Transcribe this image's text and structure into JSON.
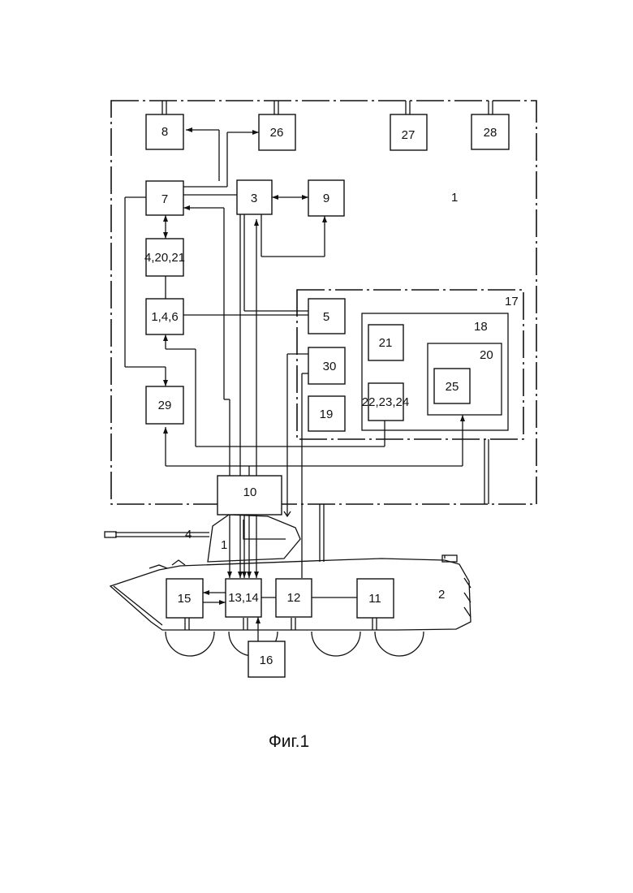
{
  "blocks": {
    "b8": "8",
    "b26": "26",
    "b27": "27",
    "b28": "28",
    "b7": "7",
    "b3": "3",
    "b9": "9",
    "b4_20_21": "4,20,21",
    "b1_4_6": "1,4,6",
    "b5": "5",
    "b21": "21",
    "b30": "30",
    "b22_23_24": "22,23,24",
    "b19": "19",
    "b25": "25",
    "b29": "29",
    "b10": "10",
    "b15": "15",
    "b13_14": "13,14",
    "b12": "12",
    "b11": "11",
    "b16": "16"
  },
  "labels": {
    "frame_1": "1",
    "frame_17": "17",
    "frame_18": "18",
    "frame_20": "20",
    "vehicle_2": "2",
    "turret_1": "1",
    "gun_4": "4"
  },
  "caption": "Фиг.1"
}
